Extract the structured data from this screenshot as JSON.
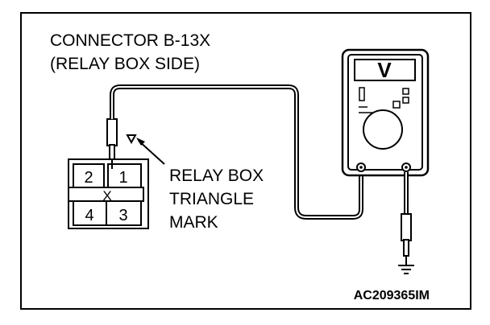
{
  "title_lines": [
    "CONNECTOR B-13X",
    "(RELAY BOX SIDE)"
  ],
  "callout_lines": [
    "RELAY BOX",
    "TRIANGLE",
    "MARK"
  ],
  "pins": {
    "p1": "1",
    "p2": "2",
    "p3": "3",
    "p4": "4",
    "center": "X"
  },
  "meter_symbol": "V",
  "figure_code": "AC209365IM",
  "colors": {
    "ink": "#000000",
    "paper": "#ffffff"
  }
}
